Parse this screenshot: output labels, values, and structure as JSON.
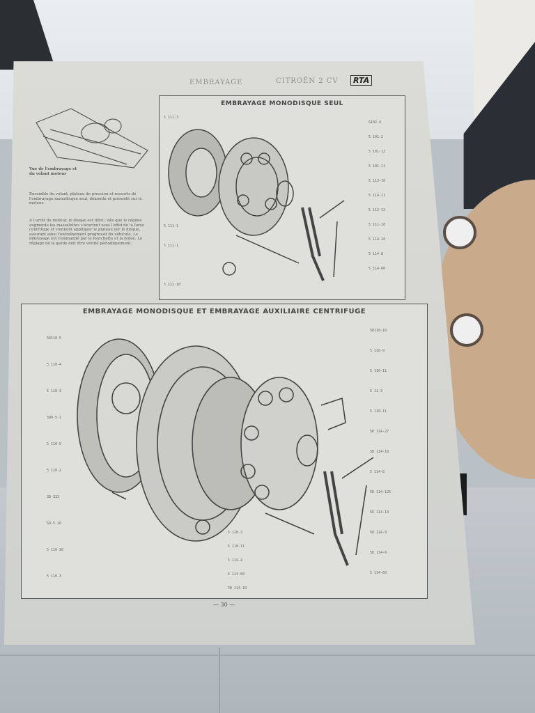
{
  "header": {
    "section": "EMBRAYAGE",
    "model": "CITROËN 2 CV",
    "logo": "RTA"
  },
  "figure_top": {
    "title": "EMBRAYAGE MONODISQUE SEUL",
    "labels_left": [
      "5 111-3",
      "5 111-1",
      "5 111-1",
      "5 112-10"
    ],
    "labels_right": [
      "6102-4",
      "5 101-2",
      "5 101-12",
      "5 101-11",
      "5 113-10",
      "5 114-11",
      "5 112-12",
      "5 111-10",
      "5 114-10",
      "5 114-8",
      "5 114-60"
    ]
  },
  "left_column": {
    "caption": "Vue de l'embrayage et du volant moteur",
    "paragraph_1": "Ensemble du volant, plateau de pression et ressorts de l'embrayage monodisque seul, démonté et présenté sur le moteur.",
    "paragraph_2": "A l'arrêt du moteur, le disque est libre ; dès que le régime augmente les masselottes s'écartent sous l'effet de la force centrifuge et viennent appliquer le plateau sur le disque, assurant ainsi l'entraînement progressif du véhicule. Le débrayage est commandé par la fourchette et la butée. Le réglage de la garde doit être vérifié périodiquement."
  },
  "figure_bottom": {
    "title": "EMBRAYAGE MONODISQUE ET EMBRAYAGE AUXILIAIRE CENTRIFUGE",
    "labels_left": [
      "5D110-5",
      "5 110-4",
      "5 110-3",
      "3DD-5-1",
      "5 110-5",
      "5 110-2",
      "3D-333",
      "5D-5-10",
      "5 110-30",
      "5 110-3"
    ],
    "labels_right": [
      "5D110-10",
      "5 110-9",
      "5 110-11",
      "5 11-3",
      "5 110-11",
      "5D 114-27",
      "5D 114-10",
      "5 114-8",
      "5D 114-125",
      "5D 114-14",
      "5D 114-9",
      "5D 114-6",
      "5 114-60"
    ],
    "labels_bottom": [
      "5 110-3",
      "5 110-11",
      "5 114-4",
      "5 114-60",
      "5D 114-10"
    ]
  },
  "page_number": "— 30 —"
}
